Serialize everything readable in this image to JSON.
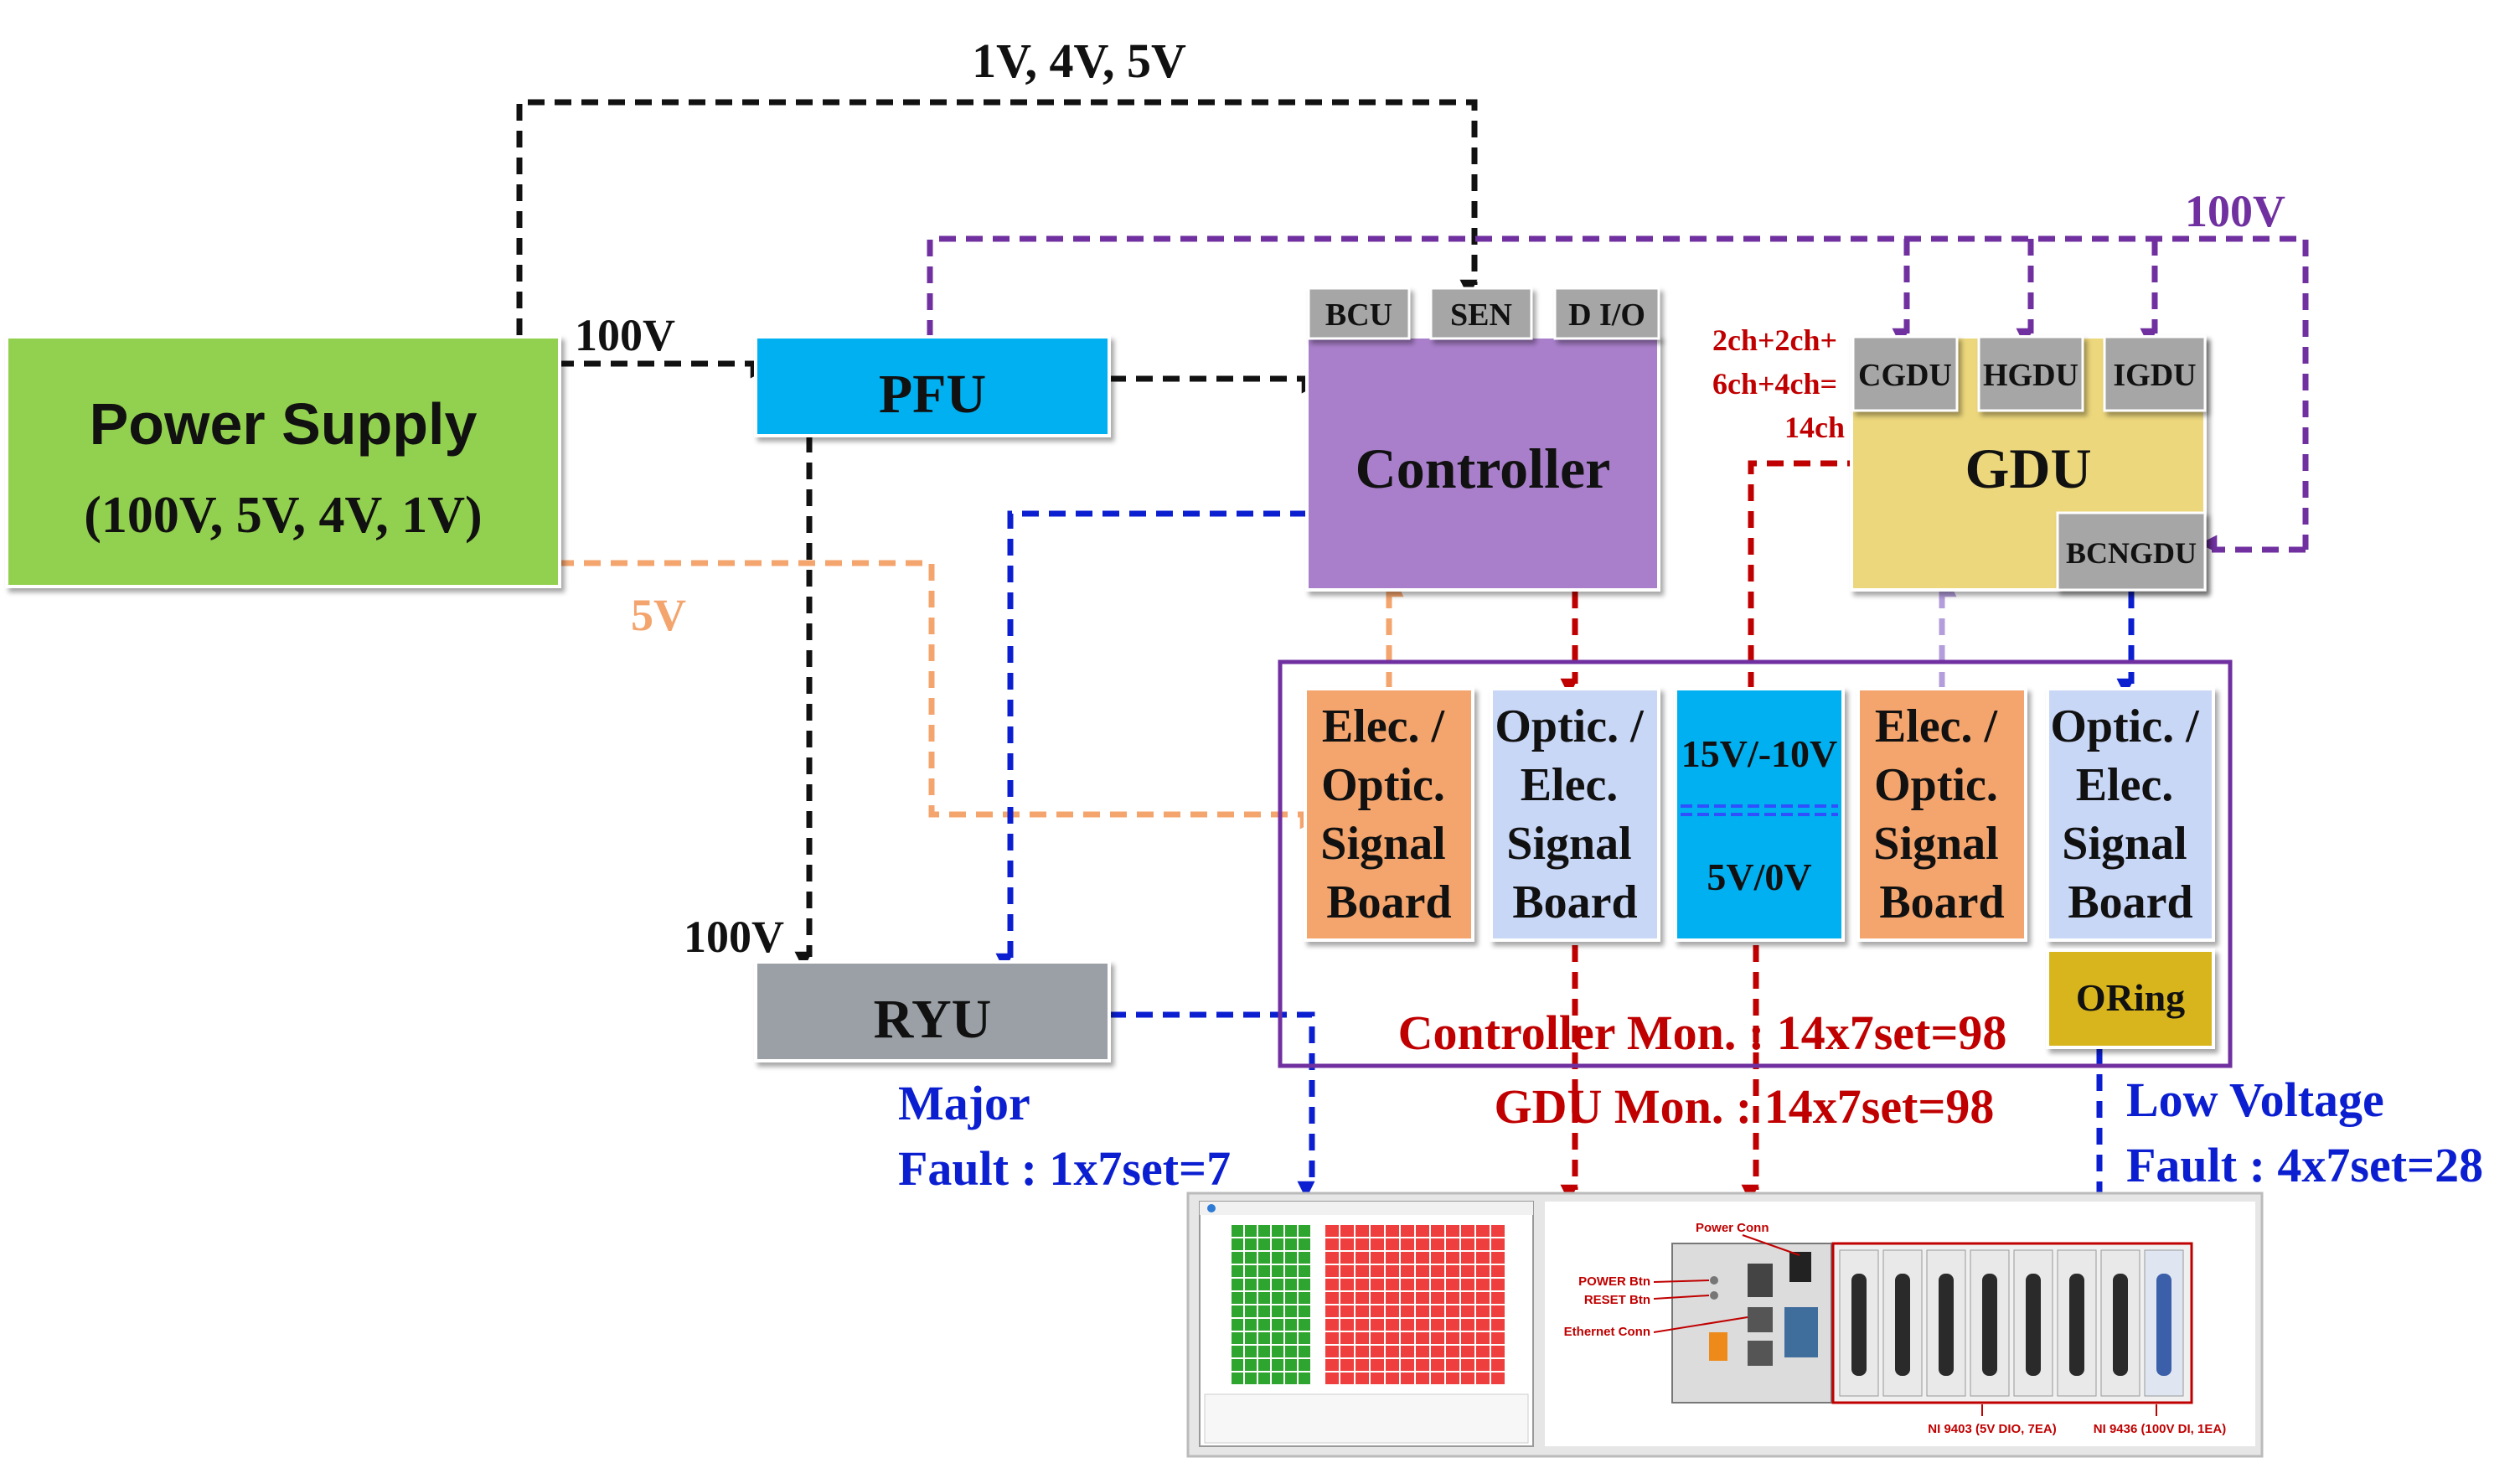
{
  "blocks": {
    "power_supply": {
      "line1": "Power Supply",
      "line2": "(100V, 5V, 4V, 1V)"
    },
    "pfu": "PFU",
    "ryu": "RYU",
    "controller": {
      "title": "Controller",
      "ports": [
        "BCU",
        "SEN",
        "D I/O"
      ]
    },
    "gdu": {
      "title": "GDU",
      "ports": [
        "CGDU",
        "HGDU",
        "IGDU"
      ],
      "bottom_port": "BCNGDU"
    },
    "boards": {
      "elec_optic_1": [
        "Elec. /",
        "Optic.",
        "Signal",
        "Board"
      ],
      "optic_elec_1": [
        "Optic. /",
        "Elec.",
        "Signal",
        "Board"
      ],
      "power_board": [
        "15V/-10V",
        "5V/0V"
      ],
      "elec_optic_2": [
        "Elec. /",
        "Optic.",
        "Signal",
        "Board"
      ],
      "optic_elec_2": [
        "Optic. /",
        "Elec.",
        "Signal",
        "Board"
      ],
      "oring": "ORing"
    }
  },
  "labels": {
    "top_voltages": "1V, 4V, 5V",
    "ps_to_pfu": "100V",
    "gdu_supply": "100V",
    "five_v": "5V",
    "pfu_to_ryu": "100V",
    "channels": [
      "2ch+2ch+",
      "6ch+4ch=",
      "14ch"
    ],
    "controller_mon": "Controller Mon. : 14x7set=98",
    "gdu_mon": "GDU Mon. : 14x7set=98",
    "major_fault": [
      "Major",
      "Fault : 1x7set=7"
    ],
    "low_voltage": [
      "Low Voltage",
      "Fault : 4x7set=28"
    ]
  },
  "hardware_annotations": {
    "power_conn": "Power Conn",
    "power_btn": "POWER Btn",
    "reset_btn": "RESET Btn",
    "ethernet_conn": "Ethernet Conn",
    "ni9403": "NI 9403 (5V DIO, 7EA)",
    "ni9436": "NI 9436 (100V DI, 1EA)"
  },
  "colors": {
    "power_supply": "#92d050",
    "pfu": "#00b0f0",
    "ryu": "#9aa0a6",
    "controller": "#a97fcb",
    "gdu": "#ecd77b",
    "port_gray": "#a6a6a6",
    "board_orange": "#f4a46d",
    "board_blue": "#c9d7f7",
    "oring": "#d8b51a",
    "line_black": "#111111",
    "line_purple": "#7030a0",
    "line_orange": "#f4a46d",
    "line_blue": "#0b1fd1",
    "line_red": "#c00000",
    "line_lavender": "#b39ddb",
    "frame": "#7030a0",
    "led_green": "#2ea52e",
    "led_red": "#ef3e3e"
  }
}
